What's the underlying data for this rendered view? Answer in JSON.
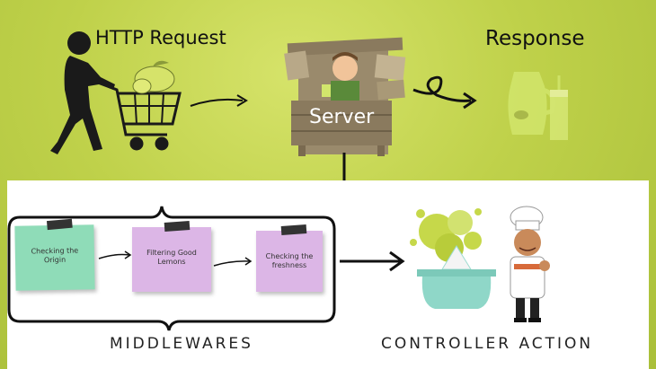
{
  "labels": {
    "http_request": "HTTP Request",
    "response": "Response",
    "server": "Server"
  },
  "middlewares": [
    {
      "label": "Checking the Origin",
      "color": "#8fdcb8"
    },
    {
      "label": "Filtering Good Lemons",
      "color": "#dcb6e6"
    },
    {
      "label": "Checking the freshness",
      "color": "#dcb6e6"
    }
  ],
  "captions": {
    "middlewares": "MIDDLEWARES",
    "controller_action": "CONTROLLER ACTION"
  },
  "colors": {
    "background": "#bfd14a",
    "lemonade": "#d2e66c",
    "wood": "#8a7a5e",
    "juicer": "#8fd7c8"
  }
}
